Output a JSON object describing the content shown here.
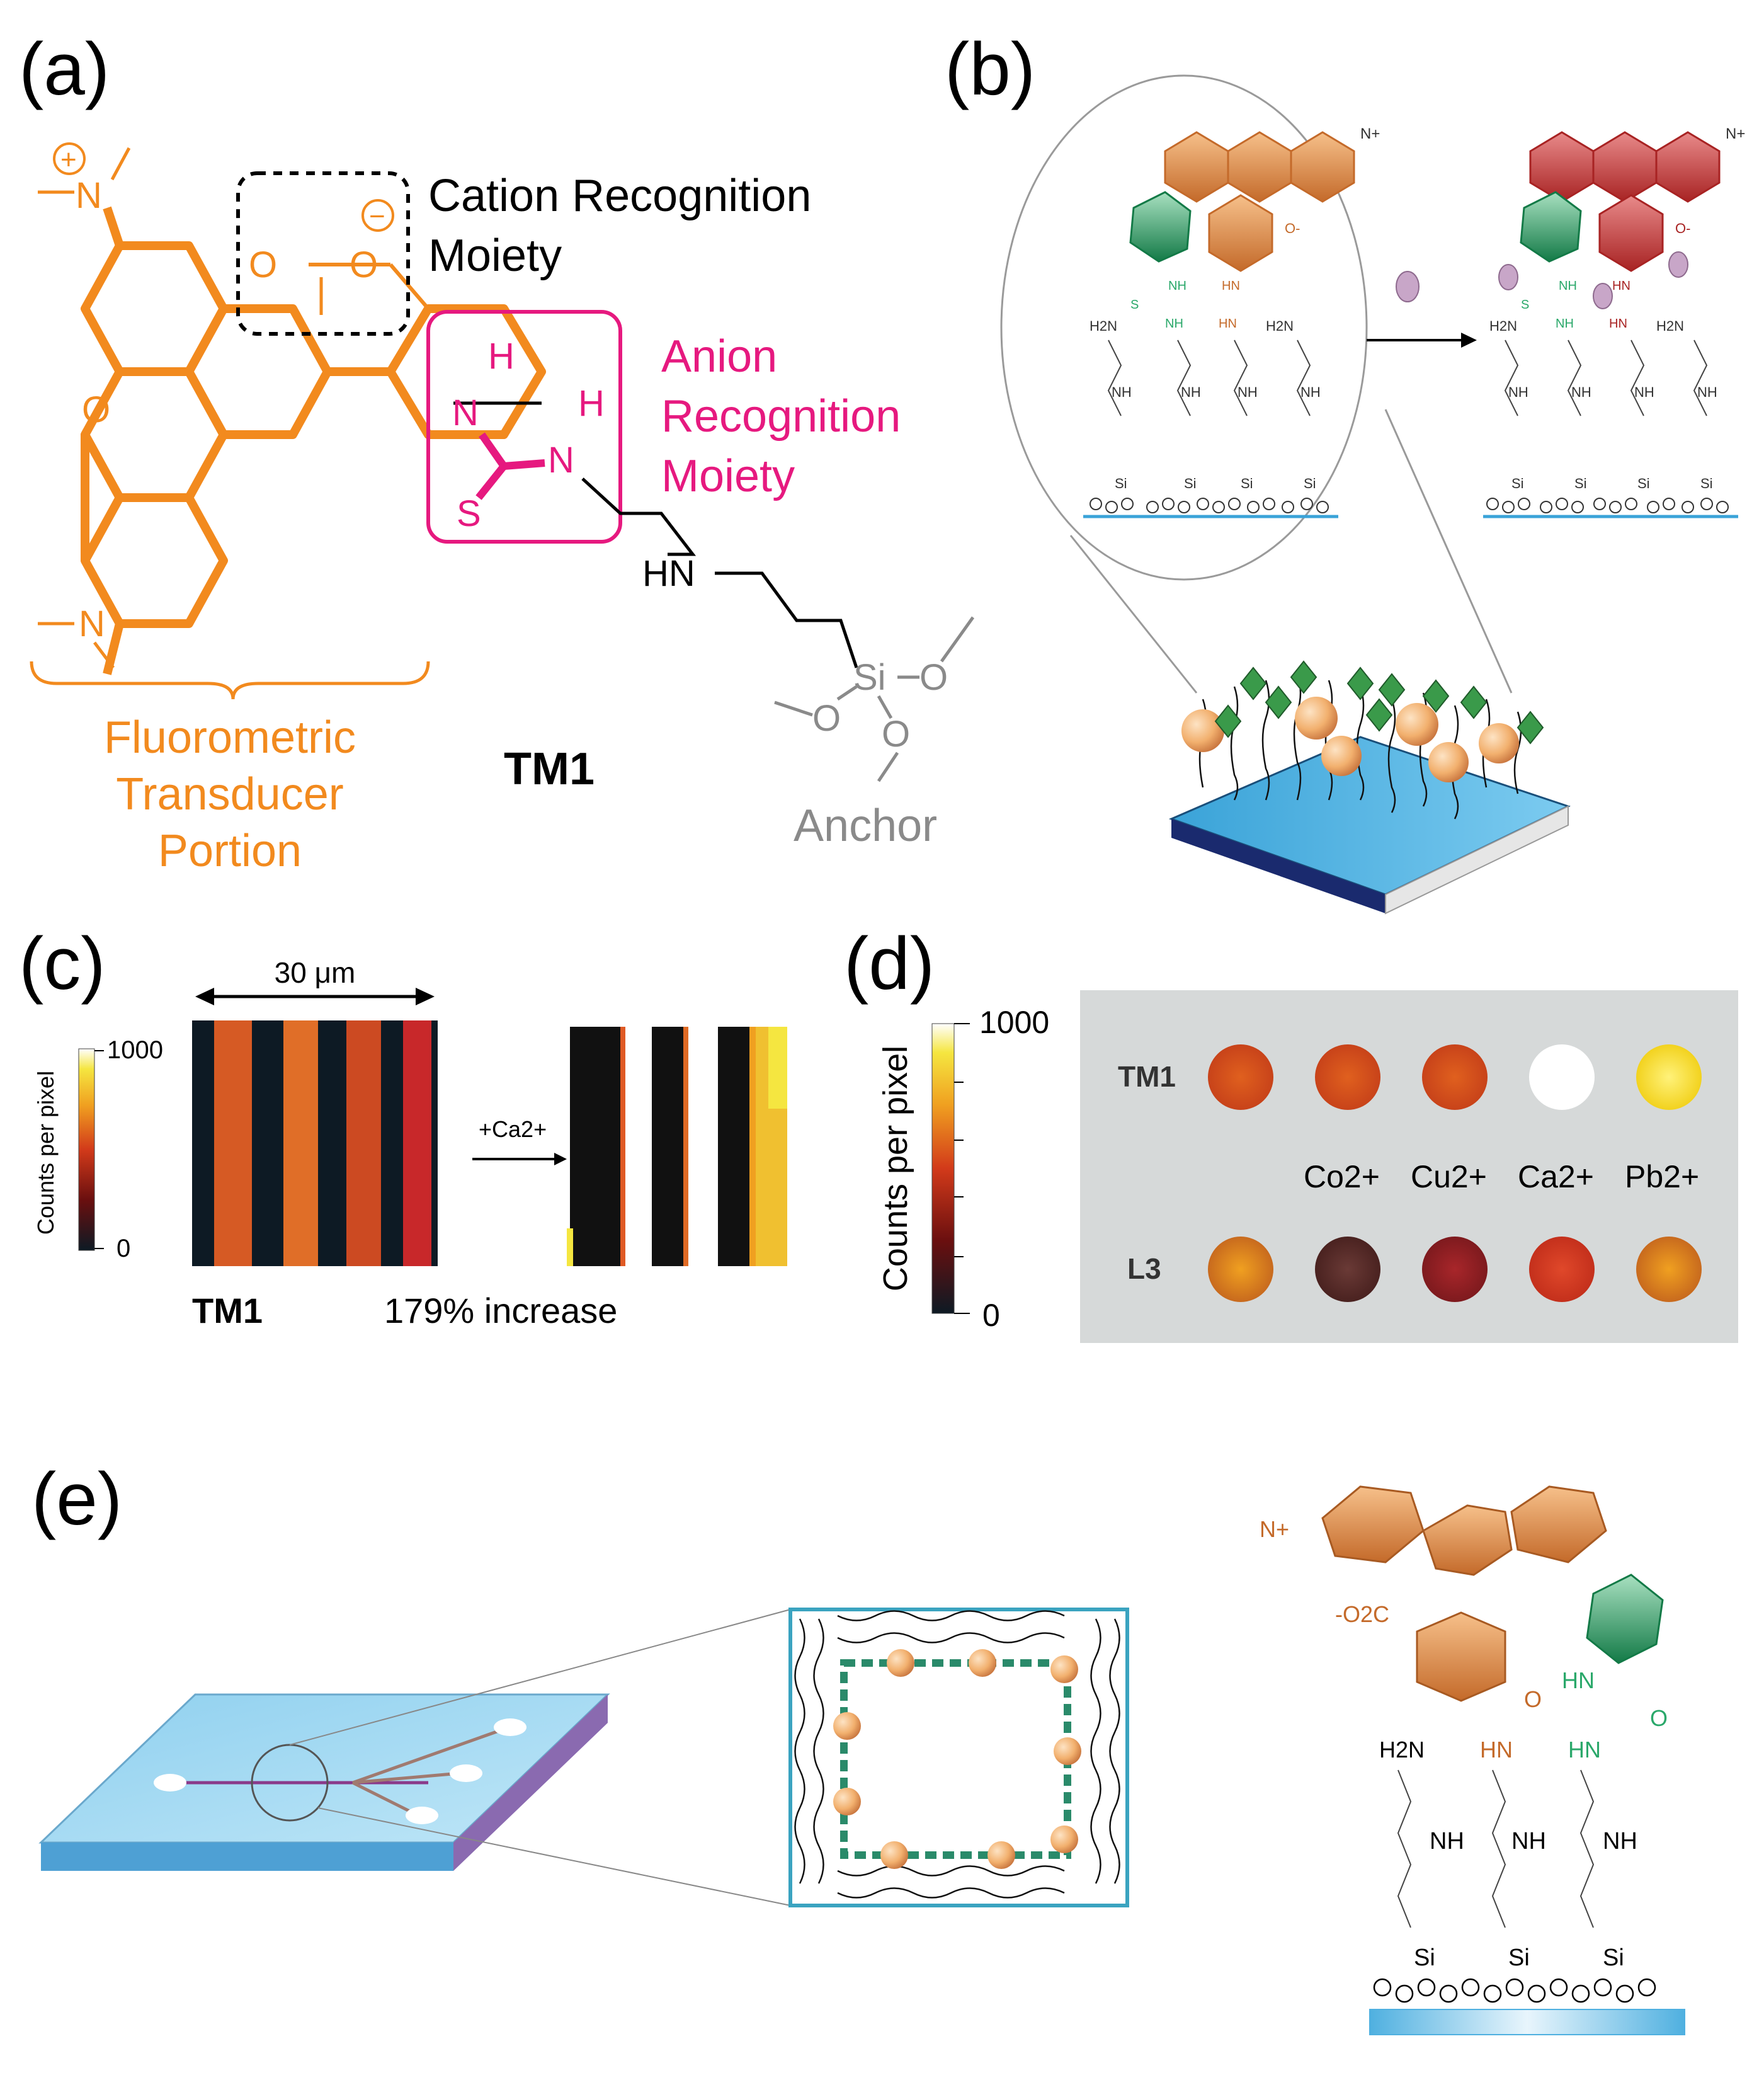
{
  "panels": {
    "a": {
      "label": "(a)",
      "cation_line1": "Cation Recognition",
      "cation_line2": "Moiety",
      "anion_line1": "Anion",
      "anion_line2": "Recognition",
      "anion_line3": "Moiety",
      "fluoro_line1": "Fluorometric",
      "fluoro_line2": "Transducer",
      "fluoro_line3": "Portion",
      "compound": "TM1",
      "anchor": "Anchor",
      "atoms": {
        "n": "N",
        "o": "O",
        "h": "H",
        "s": "S",
        "hn": "HN",
        "si": "Si",
        "plus": "+",
        "minus": "−"
      }
    },
    "b": {
      "label": "(b)",
      "atoms": {
        "nh": "NH",
        "hn": "HN",
        "h2n": "H2N",
        "si": "Si",
        "s": "S",
        "o_minus": "O-",
        "n_plus": "N+"
      }
    },
    "c": {
      "label": "(c)",
      "scale": "30 μm",
      "colorbar_label": "Counts per pixel",
      "colorbar_max": "1000",
      "colorbar_min": "0",
      "reagent": "+Ca2+",
      "compound": "TM1",
      "result": "179% increase"
    },
    "d": {
      "label": "(d)",
      "colorbar_label": "Counts per pixel",
      "colorbar_max": "1000",
      "colorbar_min": "0",
      "rows": [
        "TM1",
        "L3"
      ],
      "ions": [
        "Co2+",
        "Cu2+",
        "Ca2+",
        "Pb2+"
      ]
    },
    "e": {
      "label": "(e)",
      "atoms": {
        "nh": "NH",
        "hn": "HN",
        "h2n": "H2N",
        "si": "Si",
        "o": "O",
        "o2c": "-O2C",
        "n_plus": "N+"
      }
    }
  },
  "colors": {
    "orange": "#f28a1e",
    "magenta": "#e6197f",
    "green": "#2aa86a",
    "gray": "#8a8a8a",
    "blue": "#3aa3d8",
    "panel_bg": "#d6d9d9",
    "copper": "#c9763f",
    "red": "#c0392b"
  }
}
